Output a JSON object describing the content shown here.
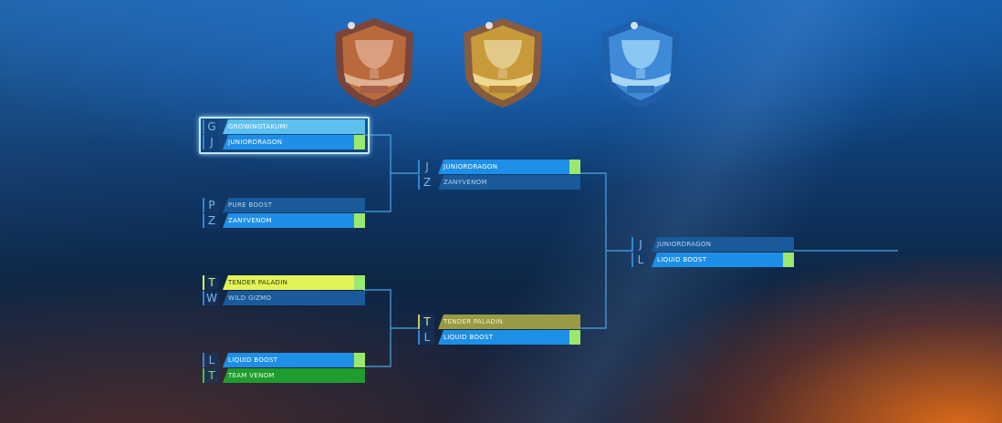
{
  "trophies": [
    {
      "tier": "bronze",
      "color": "#b86a3c",
      "icon": "trophy-icon"
    },
    {
      "tier": "gold",
      "color": "#c99a3a",
      "icon": "trophy-icon"
    },
    {
      "tier": "platinum",
      "color": "#3e8ad8",
      "icon": "trophy-icon"
    }
  ],
  "round1": [
    {
      "top": {
        "seed": "G",
        "name": "GROWINGTAKUMI"
      },
      "bottom": {
        "seed": "J",
        "name": "JUNIORDRAGON"
      }
    },
    {
      "top": {
        "seed": "P",
        "name": "PURE BOOST"
      },
      "bottom": {
        "seed": "Z",
        "name": "ZANYVENOM"
      }
    },
    {
      "top": {
        "seed": "T",
        "name": "TENDER PALADIN"
      },
      "bottom": {
        "seed": "W",
        "name": "WILD GIZMO"
      }
    },
    {
      "top": {
        "seed": "L",
        "name": "LIQUID BOOST"
      },
      "bottom": {
        "seed": "T",
        "name": "TEAM VENOM"
      }
    }
  ],
  "round2": [
    {
      "top": {
        "seed": "J",
        "name": "JUNIORDRAGON"
      },
      "bottom": {
        "seed": "Z",
        "name": "ZANYVENOM"
      }
    },
    {
      "top": {
        "seed": "T",
        "name": "TENDER PALADIN"
      },
      "bottom": {
        "seed": "L",
        "name": "LIQUID BOOST"
      }
    }
  ],
  "final": {
    "top": {
      "seed": "J",
      "name": "JUNIORDRAGON"
    },
    "bottom": {
      "seed": "L",
      "name": "LIQUID BOOST"
    }
  },
  "colors": {
    "winner_cap": "#9be86e",
    "connector": "#4aa6e8",
    "highlight": "#bfe8ff"
  }
}
